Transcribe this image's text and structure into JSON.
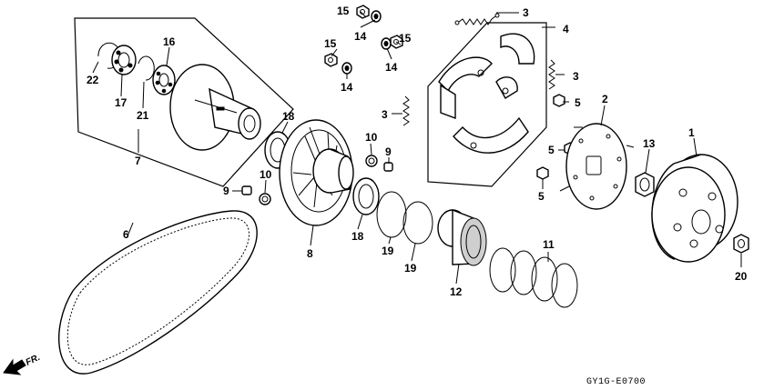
{
  "labels": {
    "l1": "1",
    "l2": "2",
    "l3": "3",
    "l4": "4",
    "l5": "5",
    "l6": "6",
    "l7": "7",
    "l8": "8",
    "l9": "9",
    "l10": "10",
    "l11": "11",
    "l12": "12",
    "l13": "13",
    "l14": "14",
    "l15": "15",
    "l16": "16",
    "l17": "17",
    "l18": "18",
    "l19": "19",
    "l20": "20",
    "l21": "21",
    "l22": "22"
  },
  "direction_label": "FR.",
  "diagram_code": "GY1G-E0700"
}
